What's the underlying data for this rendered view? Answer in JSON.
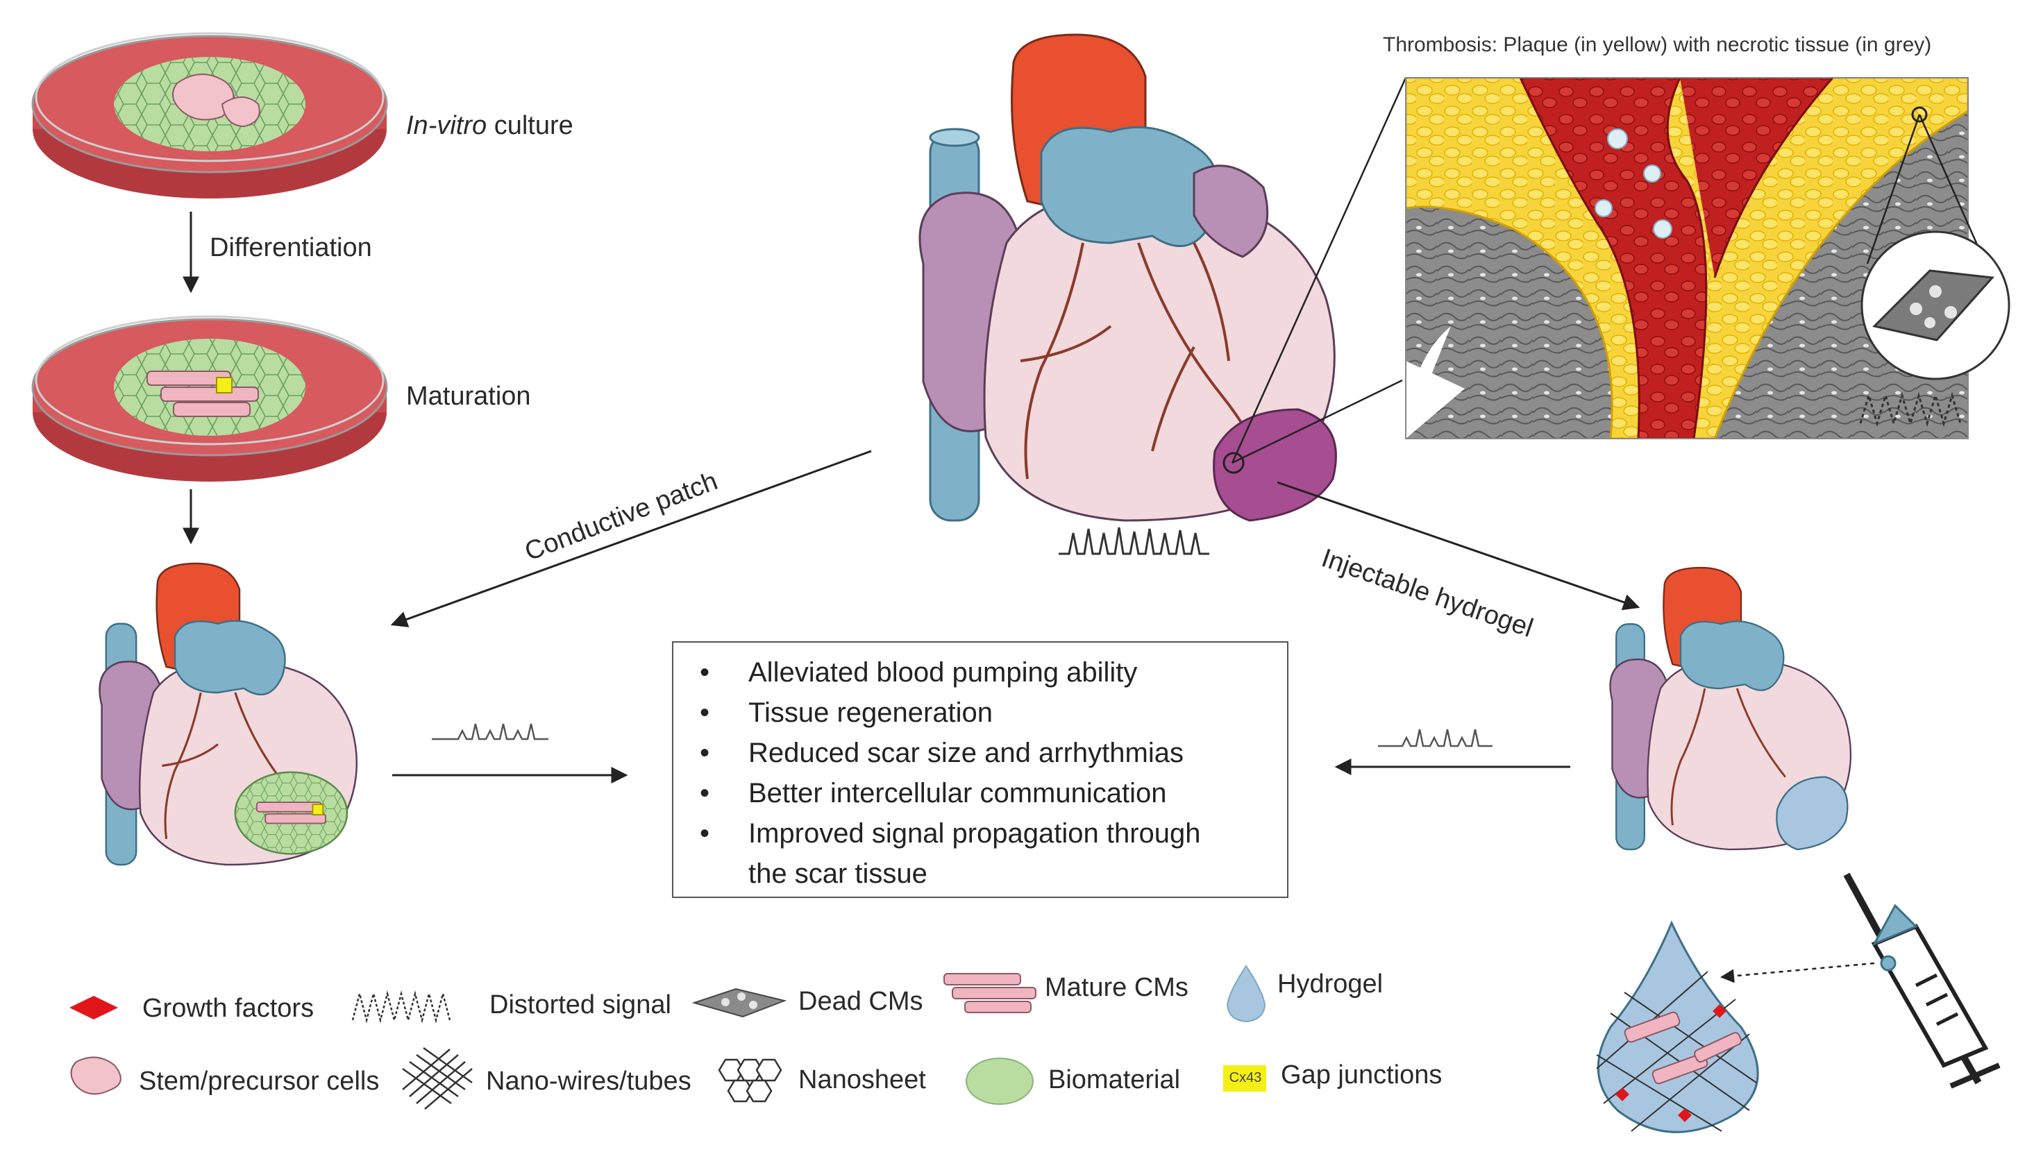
{
  "labels": {
    "invitro_italic": "In-vitro",
    "invitro_rest": " culture",
    "differentiation": "Differentiation",
    "maturation": "Maturation",
    "conductive_patch": "Conductive patch",
    "injectable_hydrogel": "Injectable hydrogel",
    "thrombosis_title": "Thrombosis: Plaque (in yellow) with necrotic tissue (in grey)",
    "cx43": "Cx43"
  },
  "outcomes": [
    "Alleviated blood pumping ability",
    "Tissue regeneration",
    "Reduced scar size and arrhythmias",
    "Better intercellular communication",
    "Improved signal propagation through",
    "the scar tissue"
  ],
  "legend": [
    {
      "key": "growth_factors",
      "label": "Growth factors"
    },
    {
      "key": "distorted_signal",
      "label": "Distorted signal"
    },
    {
      "key": "dead_cms",
      "label": "Dead CMs"
    },
    {
      "key": "mature_cms",
      "label": "Mature CMs"
    },
    {
      "key": "hydrogel",
      "label": "Hydrogel"
    },
    {
      "key": "stem_cells",
      "label": "Stem/precursor cells"
    },
    {
      "key": "nanowires",
      "label": "Nano-wires/tubes"
    },
    {
      "key": "nanosheet",
      "label": "Nanosheet"
    },
    {
      "key": "biomaterial",
      "label": "Biomaterial"
    },
    {
      "key": "gap_junctions",
      "label": "Gap junctions"
    }
  ],
  "colors": {
    "dish": "#c94a4e",
    "dish_rim": "#b23a3e",
    "aorta": "#e9502f",
    "vessel": "#7fb2c8",
    "heart_pink": "#f1d9dd",
    "atrium": "#b88fb5",
    "plaque": "#f7d23a",
    "blood": "#b81c1c",
    "necrotic": "#8d8d8d",
    "biomaterial": "#b9dca0",
    "hydrogel": "#a9c6e0",
    "growth_factor": "#e0161b",
    "gap_junction": "#f5ef18"
  }
}
